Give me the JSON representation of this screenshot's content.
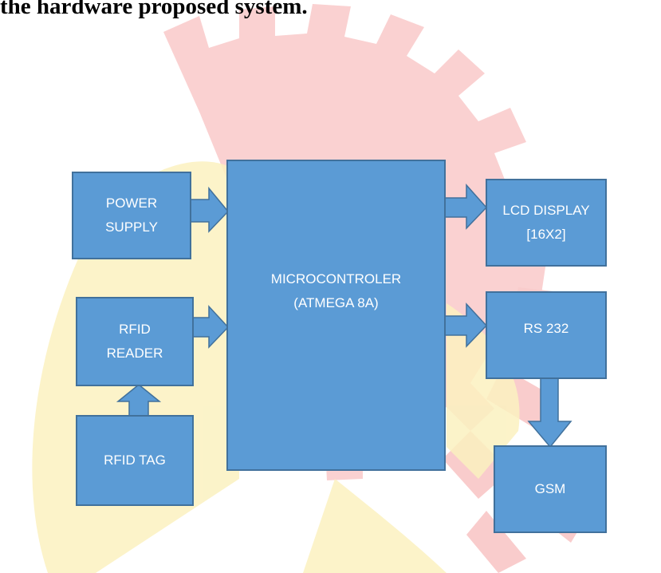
{
  "heading": "the hardware proposed system.",
  "blocks": {
    "power_supply": {
      "line1": "POWER",
      "line2": "SUPPLY"
    },
    "rfid_reader": {
      "line1": "RFID",
      "line2": "READER"
    },
    "rfid_tag": {
      "line1": "RFID TAG"
    },
    "microcontroller": {
      "line1": "MICROCONTROLER",
      "line2": "(ATMEGA 8A)"
    },
    "lcd_display": {
      "line1": "LCD DISPLAY",
      "line2": "[16X2]"
    },
    "rs232": {
      "line1": "RS 232"
    },
    "gsm": {
      "line1": "GSM"
    }
  },
  "colors": {
    "block_fill": "#5b9bd5",
    "block_border": "#41719c",
    "watermark_red": "#f7c7c7",
    "watermark_yellow": "#fbf3c4"
  }
}
